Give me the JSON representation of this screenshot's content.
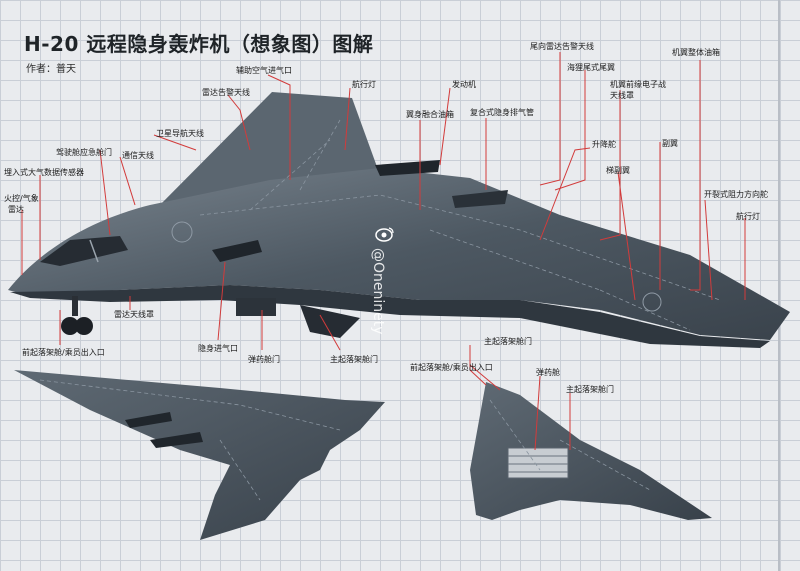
{
  "title": "H-20 远程隐身轰炸机（想象图）图解",
  "author": "作者：普天",
  "watermark": "@Oneninety",
  "labels": {
    "tail_radar_warning_antenna": "尾向雷达告警天线",
    "beaver_tail": "海狸尾式尾翼",
    "wing_integral_fuel_tank": "机翼整体油箱",
    "wing_leading_edge_electronic_warfare_radome_1": "机翼前缘电子战",
    "wing_leading_edge_electronic_warfare_radome_2": "天线罩",
    "aux_air_intake": "辅助空气进气口",
    "navigation_light_top": "航行灯",
    "engine": "发动机",
    "radar_warning_antenna": "雷达告警天线",
    "blended_body_fuel_tank": "翼身融合油箱",
    "composite_stealth_exhaust": "复合式隐身排气管",
    "satellite_navigation_antenna": "卫星导航天线",
    "cockpit_emergency_hatch": "驾驶舱应急舱门",
    "communication_antenna": "通信天线",
    "elevon": "升降舵",
    "aileron": "副翼",
    "embedded_air_data_sensor": "埋入式大气数据传感器",
    "fire_control_weather_radar_1": "火控/气象",
    "fire_control_weather_radar_2": "雷达",
    "outboard_elevon": "梯副翼",
    "split_drag_rudder": "开裂式阻力方向舵",
    "navigation_light_right": "航行灯",
    "nose_gear_door_crew_hatch": "前起落架舱/乘员出入口",
    "radar_antenna_radome": "雷达天线罩",
    "stealth_air_intake": "隐身进气口",
    "weapons_bay_door": "弹药舱门",
    "main_gear_door_top": "主起落架舱门",
    "main_gear_door_bottom_right": "主起落架舱门",
    "nose_gear_door_crew_hatch_2": "前起落架舱/乘员出入口",
    "weapons_bay": "弹药舱",
    "main_gear_door_bottom": "主起落架舱门"
  },
  "colors": {
    "airframe": "#4b5661",
    "airframe_dark": "#2e363e",
    "airframe_light": "#6f7a85",
    "leader_line": "#d23b3b",
    "panel_line": "#7c8794"
  }
}
